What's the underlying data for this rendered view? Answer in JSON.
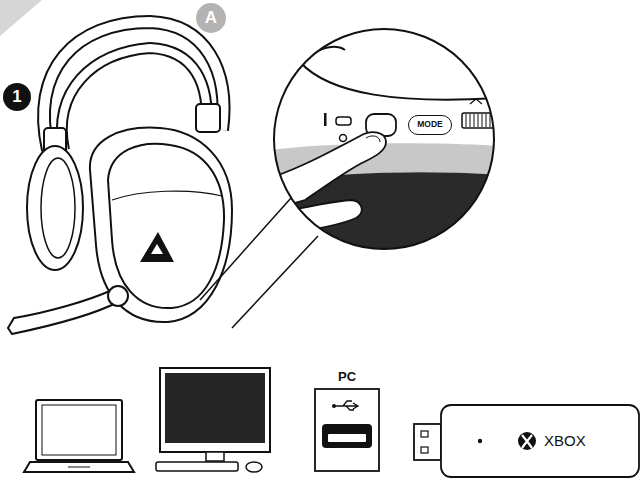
{
  "diagram": {
    "nodes": [
      {
        "text": [
          "A"
        ]
      },
      {
        "text": [
          "1"
        ]
      },
      {
        "text": [
          "MODE"
        ]
      },
      {
        "text": [
          "PC"
        ]
      },
      {
        "text": [
          "XBOX"
        ]
      }
    ]
  }
}
